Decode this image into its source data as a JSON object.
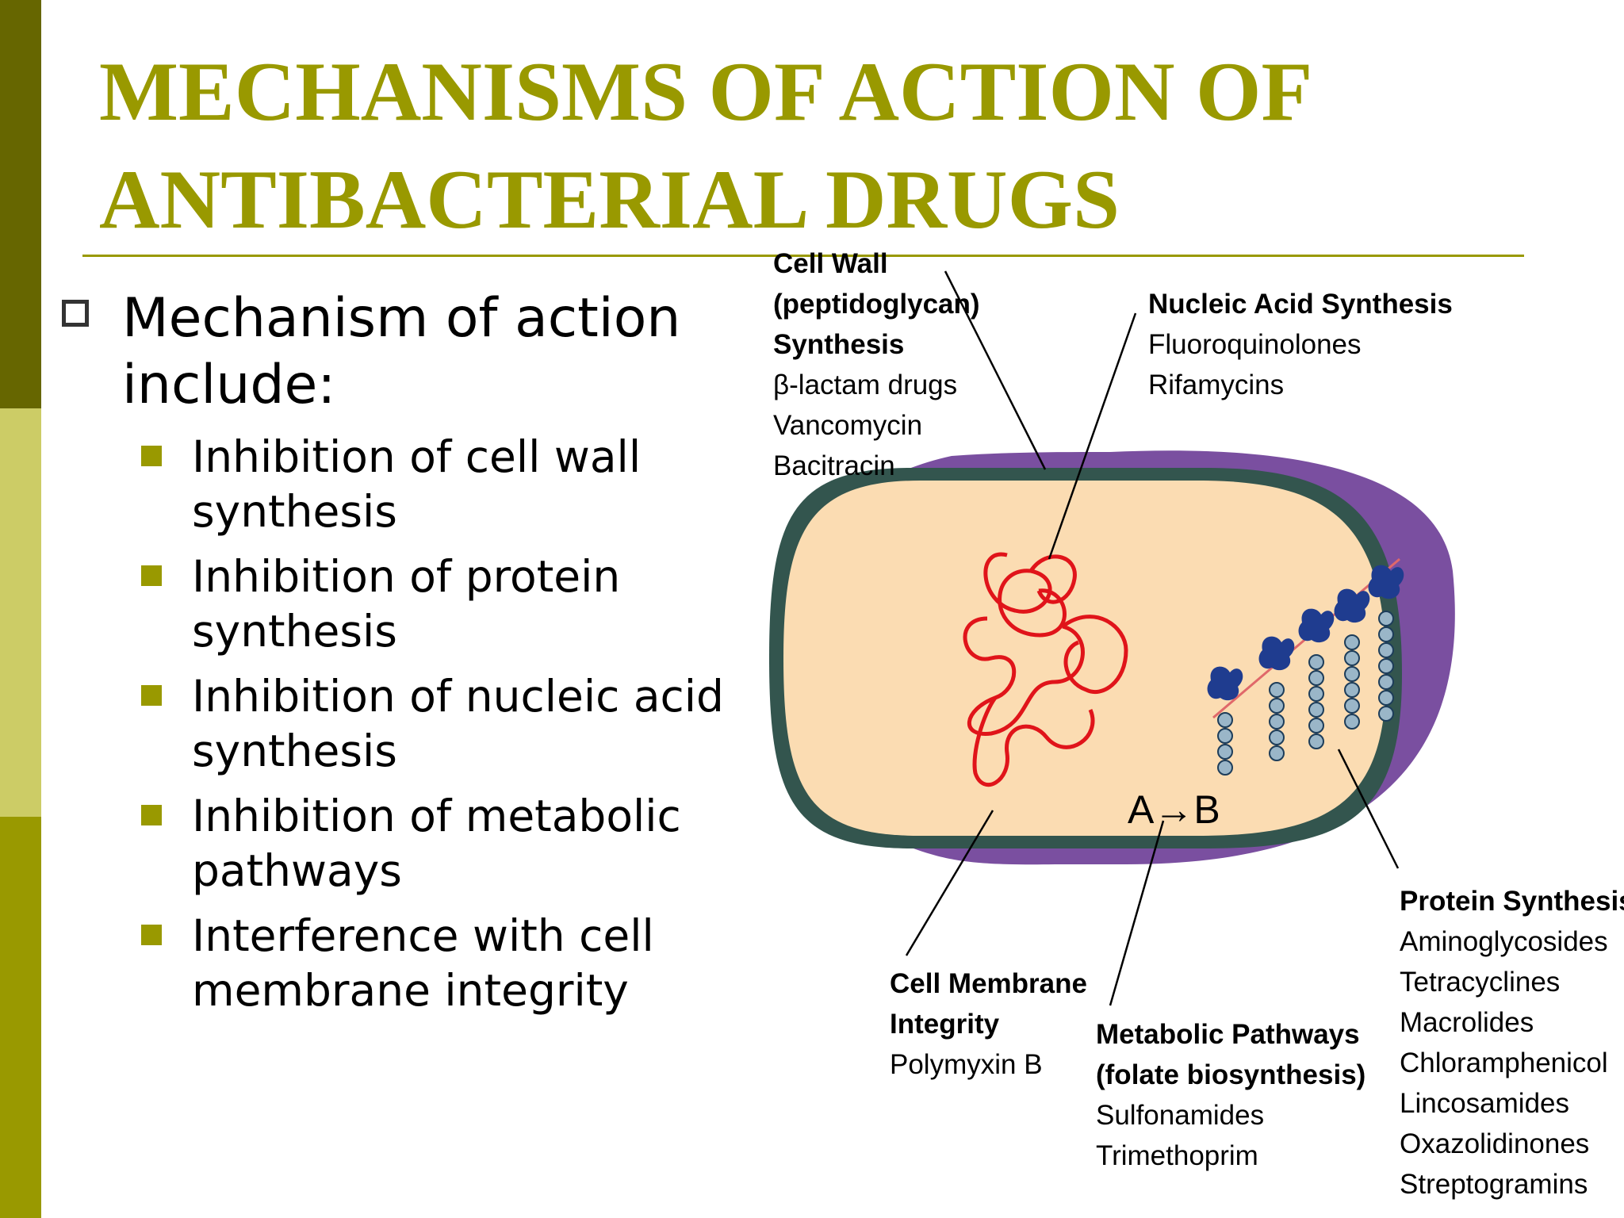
{
  "title": {
    "line1": "MECHANISMS OF ACTION OF",
    "line2": "ANTIBACTERIAL DRUGS"
  },
  "bullets": {
    "main": [
      "Mechanism of action",
      "include:"
    ],
    "items": [
      [
        "Inhibition of cell wall",
        "synthesis"
      ],
      [
        "Inhibition of protein",
        "synthesis"
      ],
      [
        "Inhibition of nucleic acid",
        "synthesis"
      ],
      [
        "Inhibition of metabolic",
        "pathways"
      ],
      [
        "Interference with cell",
        "membrane integrity"
      ]
    ]
  },
  "diagram": {
    "cell_wall": {
      "heading": [
        "Cell Wall",
        "(peptidoglycan)",
        "Synthesis"
      ],
      "drugs": [
        "β-lactam drugs",
        "Vancomycin",
        "Bacitracin"
      ]
    },
    "nucleic_acid": {
      "heading": [
        "Nucleic Acid Synthesis"
      ],
      "drugs": [
        "Fluoroquinolones",
        "Rifamycins"
      ]
    },
    "cell_membrane": {
      "heading": [
        "Cell Membrane",
        "Integrity"
      ],
      "drugs": [
        "Polymyxin B"
      ]
    },
    "metabolic": {
      "heading": [
        "Metabolic Pathways",
        "(folate biosynthesis)"
      ],
      "drugs": [
        "Sulfonamides",
        "Trimethoprim"
      ]
    },
    "protein": {
      "heading": [
        "Protein Synthesis"
      ],
      "drugs": [
        "Aminoglycosides",
        "Tetracyclines",
        "Macrolides",
        "Chloramphenicol",
        "Lincosamides",
        "Oxazolidinones",
        "Streptogramins"
      ]
    },
    "reaction": "A→B"
  }
}
